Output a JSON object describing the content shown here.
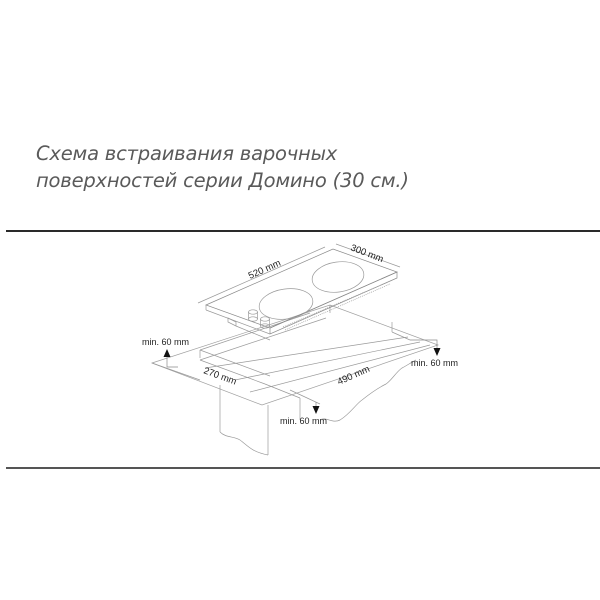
{
  "title": {
    "line1": "Схема встраивания варочных",
    "line2": "поверхностей серии Домино (30 см.)"
  },
  "diagram": {
    "hob_length_label": "520 mm",
    "hob_width_label": "300 mm",
    "cutout_depth_label": "270 mm",
    "cutout_length_label": "490 mm",
    "clearance_left_label": "min. 60 mm",
    "clearance_right_label": "min. 60 mm",
    "clearance_front_label": "min. 60 mm",
    "burner_count": 2,
    "knob_count": 2
  },
  "colors": {
    "title_text": "#5a5a5a",
    "rule": "#2a2a2a",
    "line_art": "#9a9a9a",
    "label_text": "#222222",
    "background": "#ffffff"
  }
}
